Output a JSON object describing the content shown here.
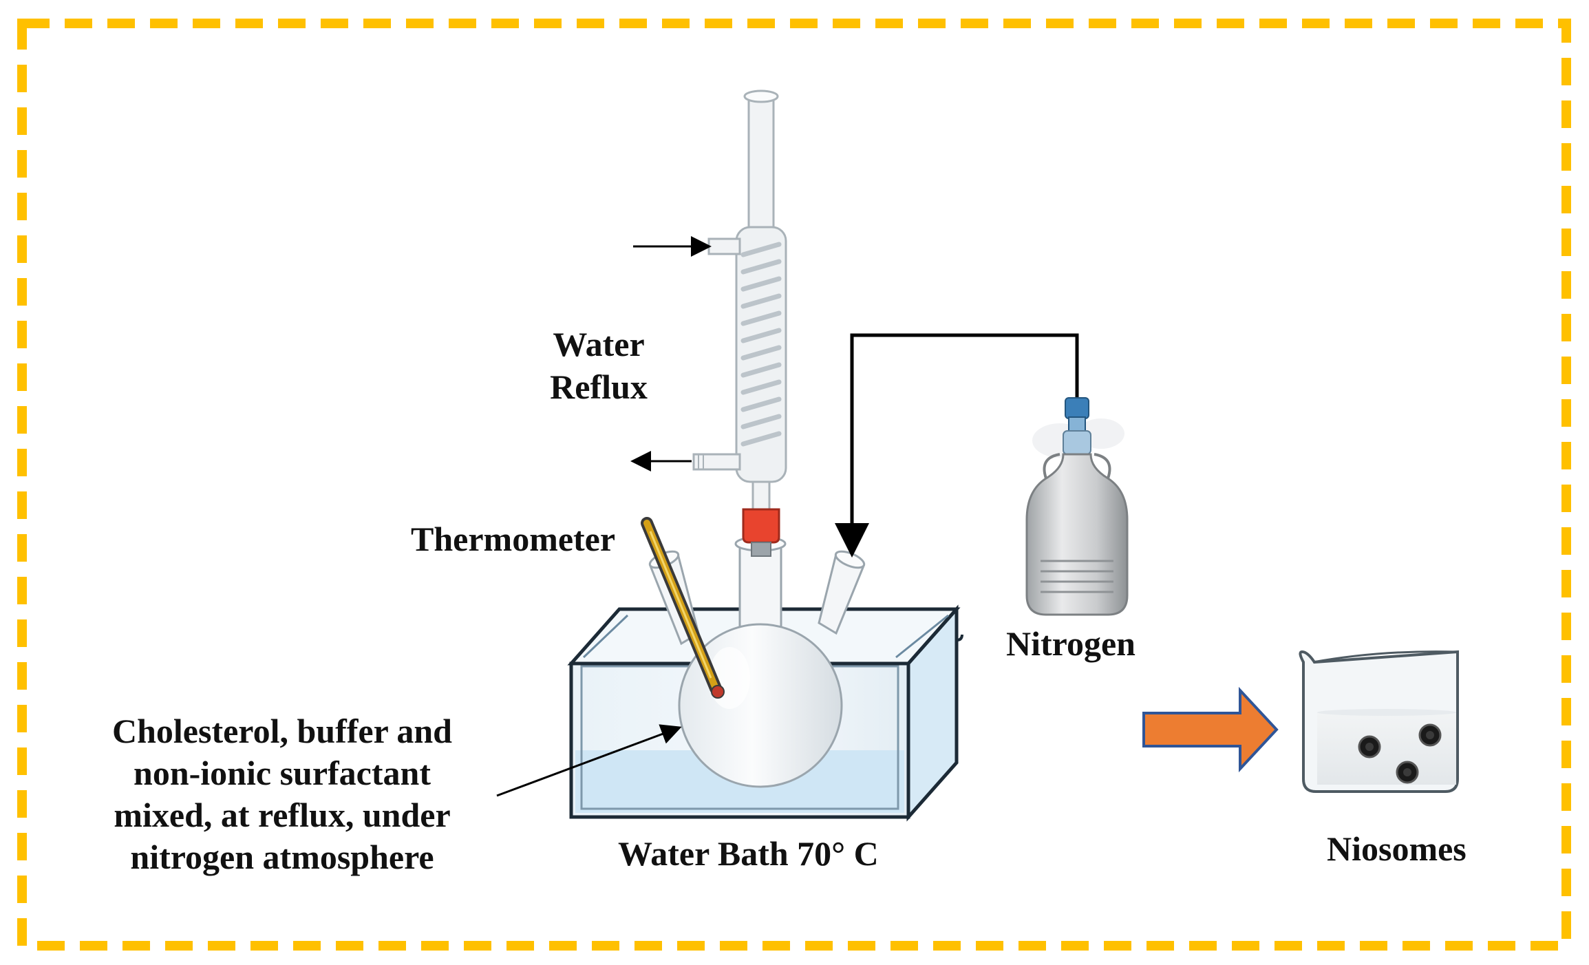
{
  "labels": {
    "water_reflux_line1": "Water",
    "water_reflux_line2": "Reflux",
    "thermometer": "Thermometer",
    "nitrogen": "Nitrogen",
    "mixture_line1": "Cholesterol, buffer and",
    "mixture_line2": "non-ionic surfactant",
    "mixture_line3": "mixed, at reflux, under",
    "mixture_line4": "nitrogen atmosphere",
    "water_bath": "Water Bath 70°  C",
    "niosomes": "Niosomes"
  },
  "colors": {
    "frame_dash": "#FFC000",
    "arrow_fill": "#ED7D31",
    "arrow_stroke": "#2F5597",
    "water": "#DCEFFB",
    "glass": "#EEF2F5",
    "stopper": "#E8442E",
    "thermometer_fluid": "#D4A017",
    "thermometer_bulb": "#C0392B",
    "nitrogen_cap": "#3B7FB8",
    "particle": "#1A1A1A"
  }
}
